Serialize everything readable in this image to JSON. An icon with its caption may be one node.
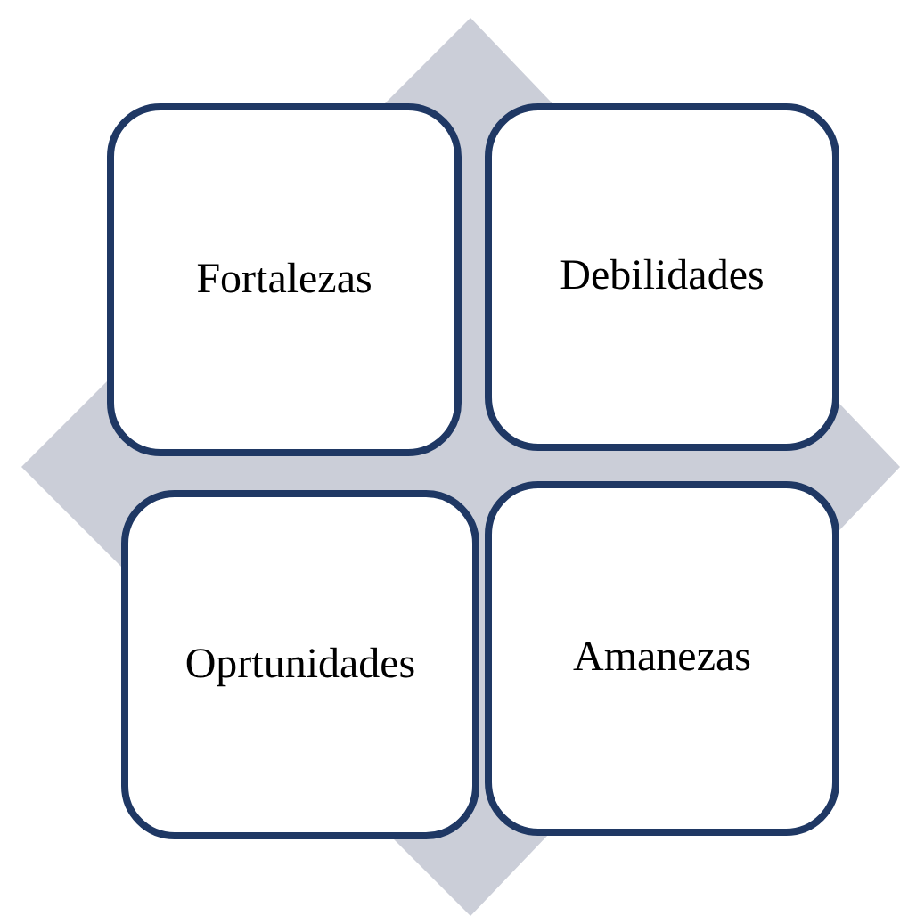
{
  "diagram": {
    "nodes": [
      {
        "text": [
          "Fortalezas"
        ]
      },
      {
        "text": [
          "Debilidades"
        ]
      },
      {
        "text": [
          "Oprtunidades"
        ]
      },
      {
        "text": [
          "Amanezas"
        ]
      }
    ]
  }
}
